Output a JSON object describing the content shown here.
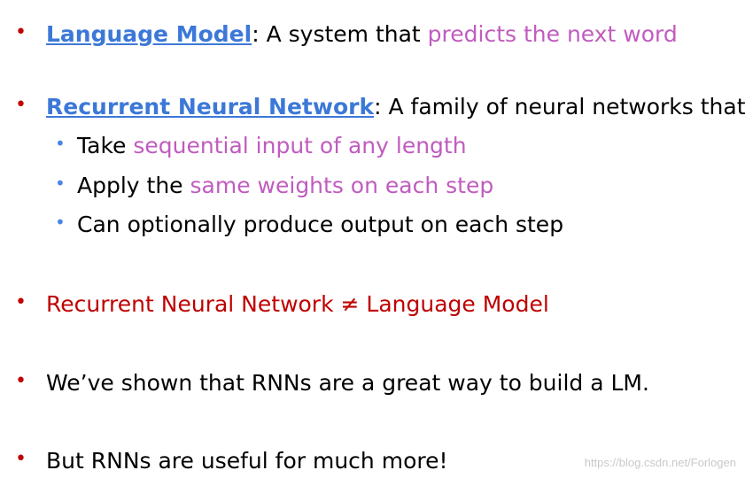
{
  "bullets": [
    {
      "term": "Language Model",
      "sep": ": A system that ",
      "highlight": "predicts the next word"
    },
    {
      "term": "Recurrent Neural Network",
      "sep": ": A family of neural networks that:",
      "subitems": [
        {
          "pre": "Take ",
          "highlight": "sequential input of any length"
        },
        {
          "pre": "Apply the ",
          "highlight": "same weights on each step"
        },
        {
          "pre": "Can optionally produce output on each step",
          "highlight": ""
        }
      ]
    },
    {
      "text": "Recurrent Neural Network ≠ Language Model"
    },
    {
      "text": "We’ve shown that RNNs are a great way to build a LM."
    },
    {
      "text": "But RNNs are useful for much more!"
    }
  ],
  "bullet_glyph": "•",
  "watermark": "https://blog.csdn.net/Forlogen",
  "colors": {
    "term": "#3c78d8",
    "highlight": "#c05cbf",
    "bullet_red": "#c00000",
    "bullet_blue": "#4a86e8",
    "statement_red": "#c00000"
  }
}
